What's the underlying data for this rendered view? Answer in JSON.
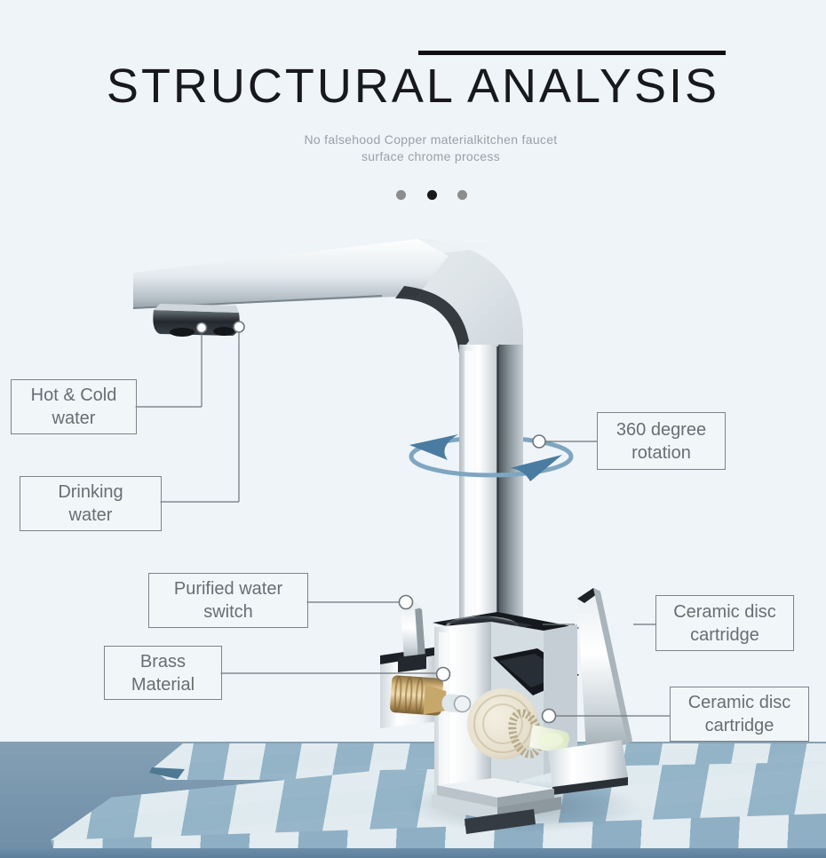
{
  "header": {
    "title": "STRUCTURAL ANALYSIS",
    "subtitle_line1": "No falsehood Copper materialkitchen faucet",
    "subtitle_line2": "surface chrome process"
  },
  "pagination_dots": {
    "count": 3,
    "active_index": 1,
    "active_color": "#17181a",
    "inactive_color": "#8c8c8c"
  },
  "callouts": [
    {
      "id": "hot-cold-water",
      "label": "Hot & Cold\nwater"
    },
    {
      "id": "drinking-water",
      "label": "Drinking\nwater"
    },
    {
      "id": "rotation-360",
      "label": "360 degree\nrotation"
    },
    {
      "id": "purified-water-switch",
      "label": "Purified water\nswitch"
    },
    {
      "id": "brass-material",
      "label": "Brass\nMaterial"
    },
    {
      "id": "ceramic-disc-cartridge-top",
      "label": "Ceramic disc\ncartridge"
    },
    {
      "id": "ceramic-disc-cartridge-bottom",
      "label": "Ceramic disc\ncartridge"
    }
  ],
  "image": {
    "subject": "chrome-square-kitchen-faucet",
    "rotation_arrow": "360-degree-rotation-arrow"
  },
  "colors": {
    "page_bg": "#eff4f8",
    "title_text": "#17191c",
    "title_accent_bar": "#0d0f11",
    "subtitle_text": "#9aa0a5",
    "callout_border": "#7d8389",
    "callout_text": "#686e74",
    "connector_line": "#6e747a",
    "rotation_arrow_ring": "#7fa6c0",
    "rotation_arrow_head": "#4a7ca1",
    "wall": "#7795ac",
    "tile_blue": "#9dc0d2",
    "tile_white": "#e4edf1",
    "bottom_strip": "#5d7f9c",
    "brass": "#c9a96a",
    "ceramic_cream": "#e9e3d2"
  }
}
